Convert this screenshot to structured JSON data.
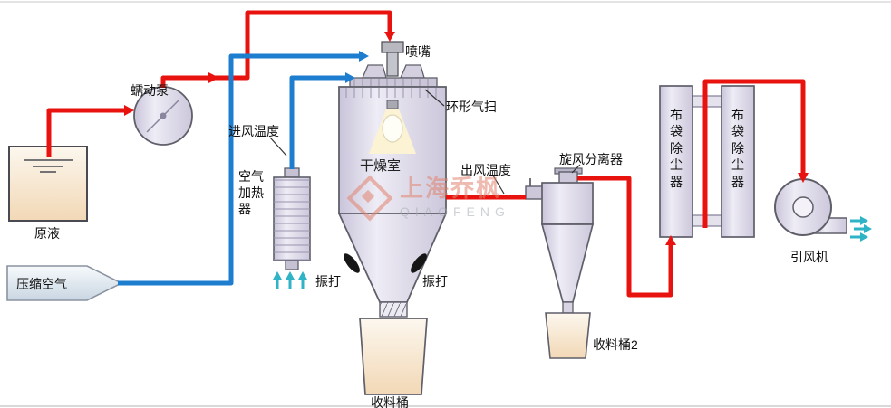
{
  "labels": {
    "raw_liquid": "原液",
    "pump": "蠕动泵",
    "compressed_air": "压缩空气",
    "inlet_temp": "进风温度",
    "air_heater": "空气加热器",
    "nozzle": "喷嘴",
    "ring_sweep": "环形气扫",
    "chamber": "干燥室",
    "rapper_left": "振打",
    "rapper_right": "振打",
    "outlet_temp": "出风温度",
    "cyclone": "旋风分离器",
    "bucket1": "收料桶",
    "bucket2": "收料桶2",
    "bag_filter1": "布袋除尘器",
    "bag_filter2": "布袋除尘器",
    "fan": "引风机"
  },
  "watermark": {
    "line1": "上海乔枫",
    "line2": "QIAOFENG"
  },
  "colors": {
    "liquid_line": "#e8120e",
    "air_line": "#1d7ed0",
    "intake": "#2fb3c7",
    "watermark": "#e2836e"
  }
}
